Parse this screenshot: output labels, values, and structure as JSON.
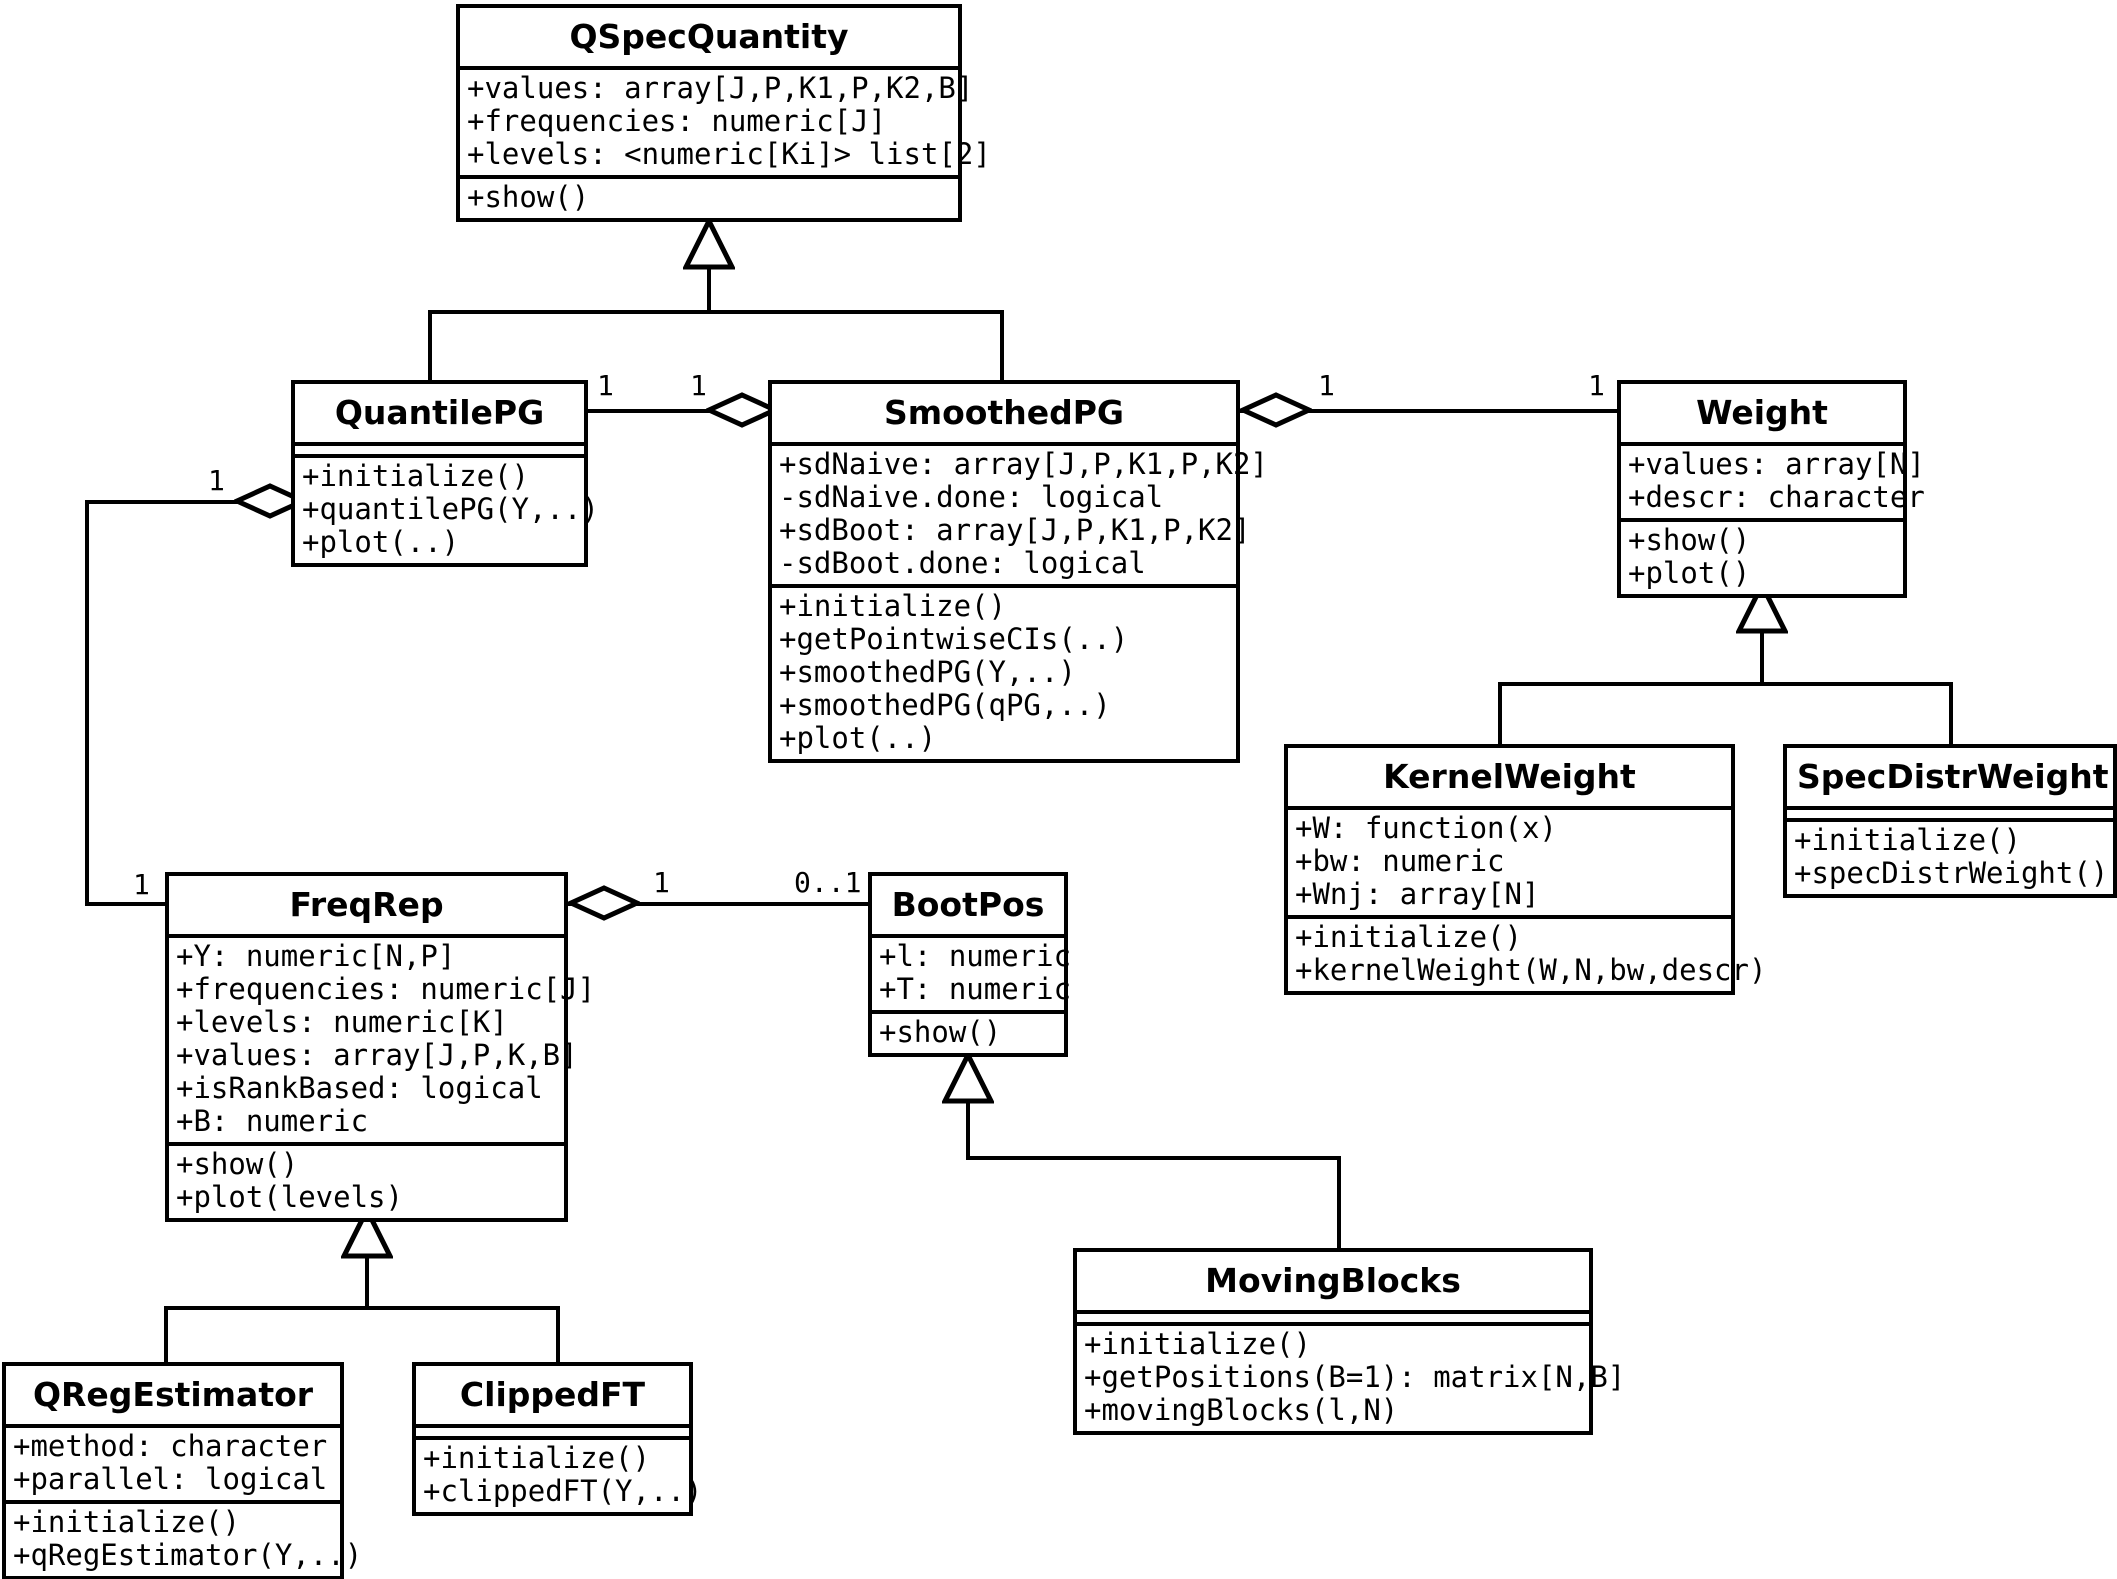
{
  "diagram": {
    "title": "UML class diagram",
    "stroke_color": "#000000",
    "background_color": "#ffffff"
  },
  "classes": {
    "qspecquantity": {
      "name": "QSpecQuantity",
      "attributes": [
        "+values: array[J,P,K1,P,K2,B]",
        "+frequencies: numeric[J]",
        "+levels: <numeric[Ki]> list[2]"
      ],
      "methods": [
        "+show()"
      ]
    },
    "quantilepg": {
      "name": "QuantilePG",
      "attributes": [],
      "methods": [
        "+initialize()",
        "+quantilePG(Y,..)",
        "+plot(..)"
      ]
    },
    "smoothedpg": {
      "name": "SmoothedPG",
      "attributes": [
        "+sdNaive: array[J,P,K1,P,K2]",
        "-sdNaive.done: logical",
        "+sdBoot: array[J,P,K1,P,K2]",
        "-sdBoot.done: logical"
      ],
      "methods": [
        "+initialize()",
        "+getPointwiseCIs(..)",
        "+smoothedPG(Y,..)",
        "+smoothedPG(qPG,..)",
        "+plot(..)"
      ]
    },
    "weight": {
      "name": "Weight",
      "attributes": [
        "+values: array[N]",
        "+descr: character"
      ],
      "methods": [
        "+show()",
        "+plot()"
      ]
    },
    "kernelweight": {
      "name": "KernelWeight",
      "attributes": [
        "+W: function(x)",
        "+bw: numeric",
        "+Wnj: array[N]"
      ],
      "methods": [
        "+initialize()",
        "+kernelWeight(W,N,bw,descr)"
      ]
    },
    "specdistrweight": {
      "name": "SpecDistrWeight",
      "attributes": [],
      "methods": [
        "+initialize()",
        "+specDistrWeight()"
      ]
    },
    "freqrep": {
      "name": "FreqRep",
      "attributes": [
        "+Y: numeric[N,P]",
        "+frequencies: numeric[J]",
        "+levels: numeric[K]",
        "+values: array[J,P,K,B]",
        "+isRankBased: logical",
        "+B: numeric"
      ],
      "methods": [
        "+show()",
        "+plot(levels)"
      ]
    },
    "bootpos": {
      "name": "BootPos",
      "attributes": [
        "+l: numeric",
        "+T: numeric"
      ],
      "methods": [
        "+show()"
      ]
    },
    "movingblocks": {
      "name": "MovingBlocks",
      "attributes": [],
      "methods": [
        "+initialize()",
        "+getPositions(B=1): matrix[N,B]",
        "+movingBlocks(l,N)"
      ]
    },
    "qregestimator": {
      "name": "QRegEstimator",
      "attributes": [
        "+method: character",
        "+parallel: logical"
      ],
      "methods": [
        "+initialize()",
        "+qRegEstimator(Y,..)"
      ]
    },
    "clippedft": {
      "name": "ClippedFT",
      "attributes": [],
      "methods": [
        "+initialize()",
        "+clippedFT(Y,..)"
      ]
    }
  },
  "multiplicities": {
    "quantilepg_to_smoothedpg_source": "1",
    "quantilepg_to_smoothedpg_target": "1",
    "smoothedpg_to_weight_source": "1",
    "smoothedpg_to_weight_target": "1",
    "quantilepg_to_freqrep_source": "1",
    "quantilepg_to_freqrep_target": "1",
    "freqrep_to_bootpos_source": "1",
    "freqrep_to_bootpos_target": "0..1"
  }
}
